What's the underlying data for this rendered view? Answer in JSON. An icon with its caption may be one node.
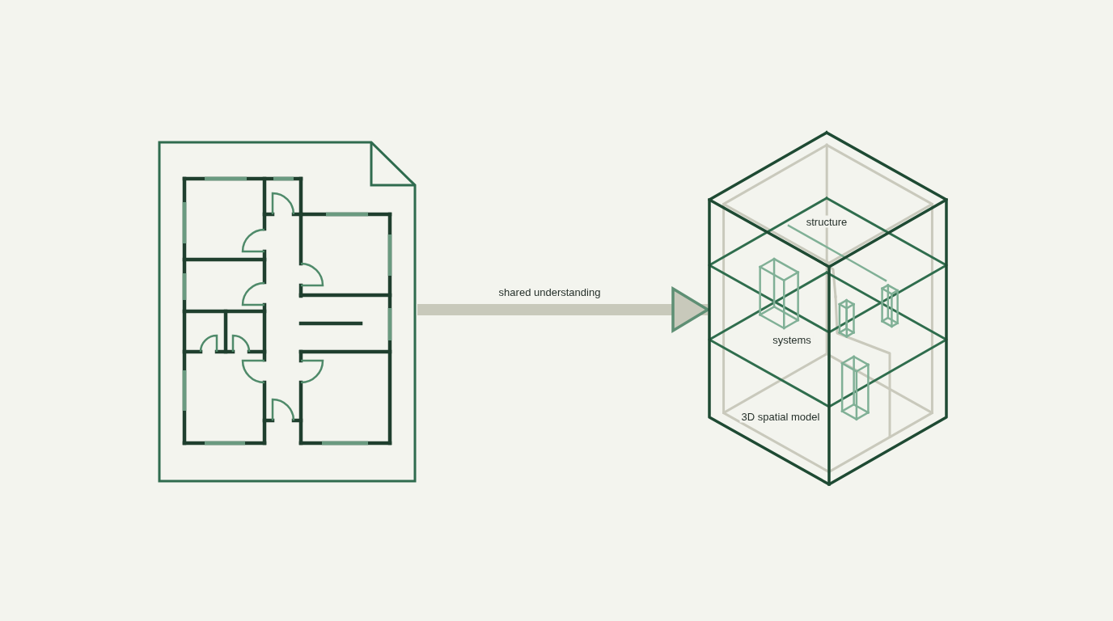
{
  "diagram": {
    "nodes": [
      {
        "text": [],
        "shape": "picture"
      },
      {
        "text": [
          "structure",
          "systems",
          "3D spatial model"
        ]
      }
    ],
    "edges": [
      {
        "from": 0,
        "to": 1,
        "arrow": "to",
        "label": "shared understanding"
      }
    ]
  }
}
